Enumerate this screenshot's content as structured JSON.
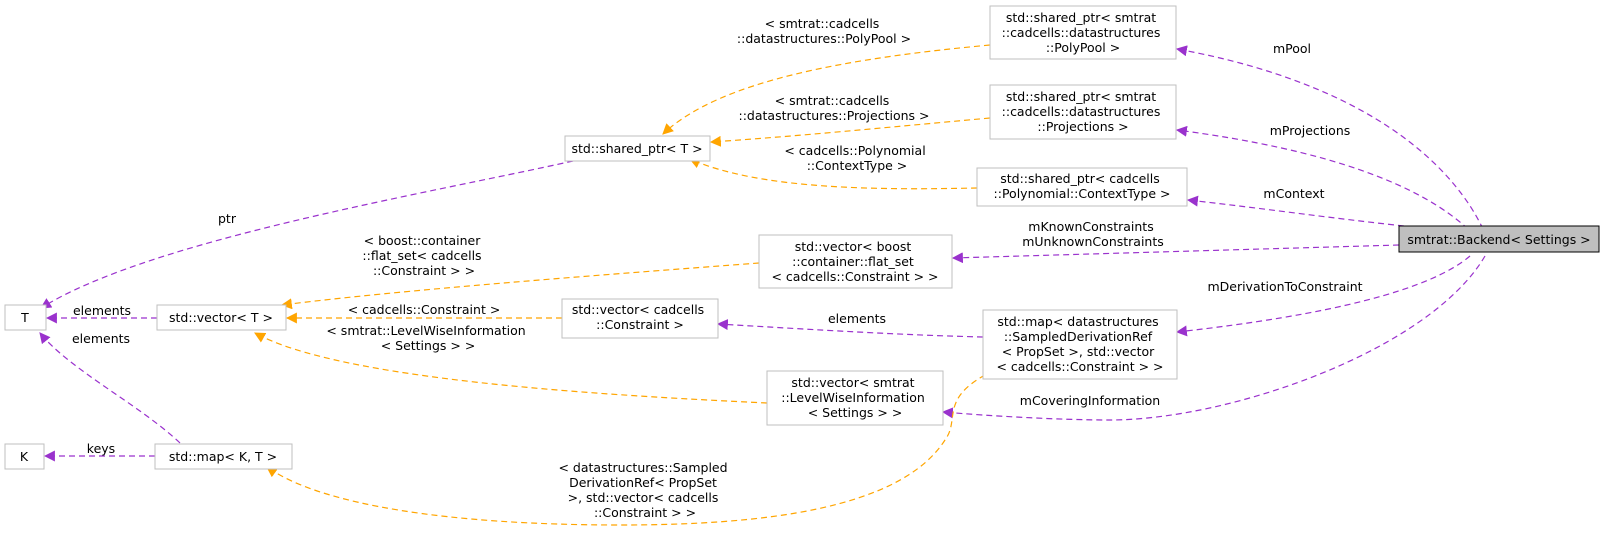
{
  "nodes": {
    "backend": [
      "smtrat::Backend< Settings >"
    ],
    "poolPtr": [
      "std::shared_ptr< smtrat",
      "::cadcells::datastructures",
      "::PolyPool >"
    ],
    "projPtr": [
      "std::shared_ptr< smtrat",
      "::cadcells::datastructures",
      "::Projections >"
    ],
    "ctxPtr": [
      "std::shared_ptr< cadcells",
      "::Polynomial::ContextType >"
    ],
    "sharedT": [
      "std::shared_ptr< T >"
    ],
    "flatVec": [
      "std::vector< boost",
      "::container::flat_set",
      "< cadcells::Constraint > >"
    ],
    "T": [
      "T"
    ],
    "vecT": [
      "std::vector< T >"
    ],
    "vecCons": [
      "std::vector< cadcells",
      "::Constraint >"
    ],
    "derivMap": [
      "std::map< datastructures",
      "::SampledDerivationRef",
      "< PropSet >, std::vector",
      "< cadcells::Constraint > >"
    ],
    "levelVec": [
      "std::vector< smtrat",
      "::LevelWiseInformation",
      "< Settings > >"
    ],
    "K": [
      "K"
    ],
    "mapKT": [
      "std::map< K, T >"
    ]
  },
  "edges": {
    "mPool": [
      "mPool"
    ],
    "mProjections": [
      "mProjections"
    ],
    "mContext": [
      "mContext"
    ],
    "mConstraints": [
      "mKnownConstraints",
      "mUnknownConstraints"
    ],
    "mDerivation": [
      "mDerivationToConstraint"
    ],
    "mCovering": [
      "mCoveringInformation"
    ],
    "polyPoolInst": [
      "< smtrat::cadcells",
      "::datastructures::PolyPool >"
    ],
    "projInst": [
      "< smtrat::cadcells",
      "::datastructures::Projections >"
    ],
    "ctxInst": [
      "< cadcells::Polynomial",
      "::ContextType >"
    ],
    "ptr": [
      "ptr"
    ],
    "flatInst": [
      "< boost::container",
      "::flat_set< cadcells",
      "::Constraint > >"
    ],
    "vecElements": [
      "elements"
    ],
    "consInst": [
      "< cadcells::Constraint >"
    ],
    "levelInst": [
      "< smtrat::LevelWiseInformation",
      "< Settings > >"
    ],
    "mapElements": [
      "elements"
    ],
    "derivElements": [
      "elements"
    ],
    "keys": [
      "keys"
    ],
    "mapInst": [
      "< datastructures::Sampled",
      "DerivationRef< PropSet",
      ">, std::vector< cadcells",
      "::Constraint > >"
    ]
  },
  "colors": {
    "member_edge": "#9a32cd",
    "template_edge": "#ffa500",
    "node_border": "#bfbfbf",
    "focus_fill": "#bfbfbf",
    "focus_border": "#000000"
  }
}
